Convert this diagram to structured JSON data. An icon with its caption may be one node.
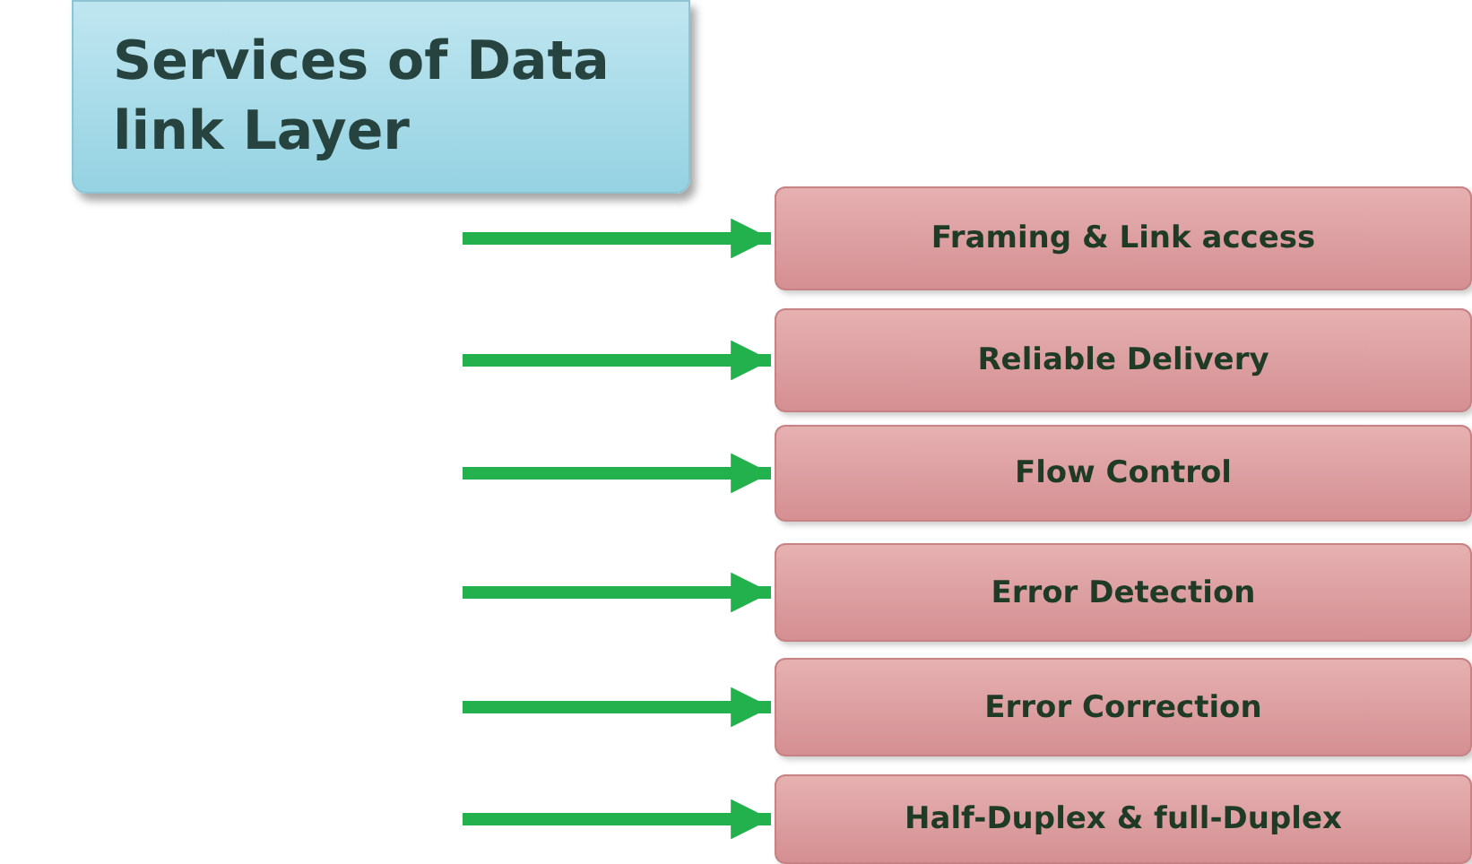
{
  "diagram": {
    "nodes": [
      {
        "text": [
          "Services of Data link Layer"
        ]
      },
      {
        "text": [
          "Framing & Link access"
        ]
      },
      {
        "text": [
          "Reliable Delivery"
        ]
      },
      {
        "text": [
          "Flow Control"
        ]
      },
      {
        "text": [
          "Error Detection"
        ]
      },
      {
        "text": [
          "Error Correction"
        ]
      },
      {
        "text": [
          "Half-Duplex & full-Duplex"
        ]
      }
    ],
    "edges": [
      {
        "from": null,
        "to": 1,
        "arrow": "to"
      },
      {
        "from": null,
        "to": 2,
        "arrow": "to"
      },
      {
        "from": null,
        "to": 3,
        "arrow": "to"
      },
      {
        "from": null,
        "to": 4,
        "arrow": "to"
      },
      {
        "from": null,
        "to": 5,
        "arrow": "to"
      },
      {
        "from": null,
        "to": 6,
        "arrow": "to"
      }
    ]
  }
}
